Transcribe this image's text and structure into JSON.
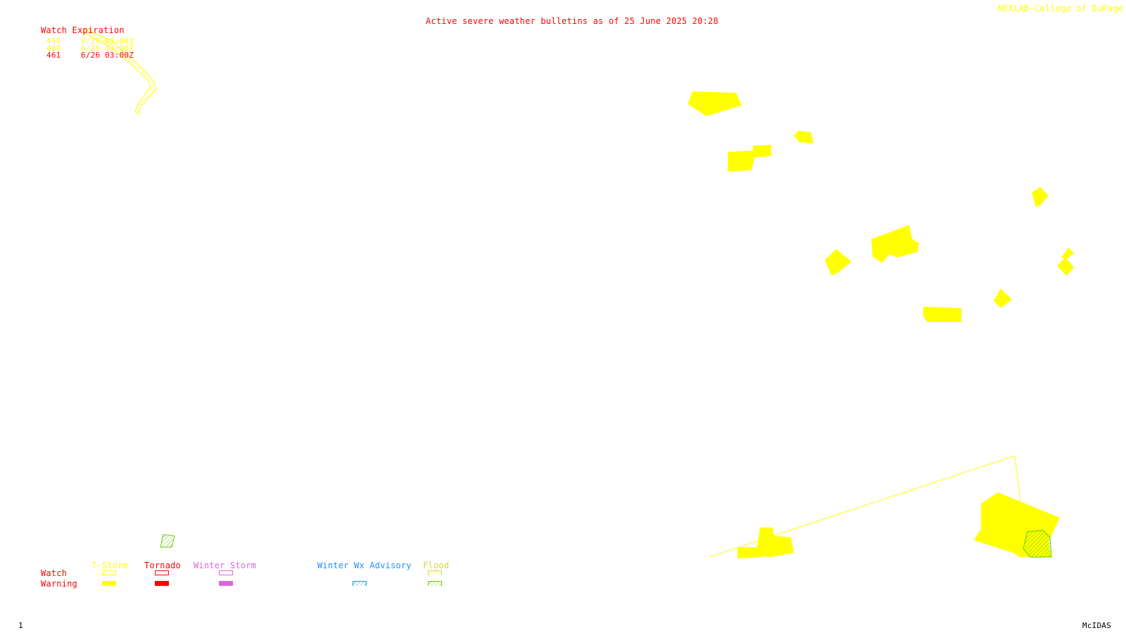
{
  "header": {
    "title": "Active severe weather bulletins as of 25 June 2025 20:28",
    "credit": "NEXLAB-College of DuPage R"
  },
  "watch_table": {
    "heading": "Watch Expiration",
    "rows": [
      {
        "id": "459",
        "expires": "6/25 03:00Z",
        "color": "#ffff00"
      },
      {
        "id": "460",
        "expires": "6/26 03:00Z",
        "color": "#ffff00"
      },
      {
        "id": "461",
        "expires": "6/26 03:00Z",
        "color": "#ff0000"
      }
    ]
  },
  "legend": {
    "row_labels": {
      "watch": "Watch",
      "warning": "Warning"
    },
    "categories": [
      {
        "label": "T-Storm",
        "color": "#ffff00",
        "watch_style": "outline",
        "warning_style": "solid"
      },
      {
        "label": "Tornado",
        "color": "#ff0000",
        "watch_style": "outline",
        "warning_style": "solid"
      },
      {
        "label": "Winter Storm",
        "color": "#dd66dd",
        "watch_style": "outline",
        "warning_style": "solid"
      },
      {
        "label": "Winter Wx Advisory",
        "color": "#1e90ff",
        "warning_style": "hatch"
      },
      {
        "label": "Flood",
        "color": "#e0d040",
        "watch_style": "hatch",
        "warning_style": "hatch-green"
      }
    ]
  },
  "footer": {
    "frame_number": "1",
    "software": "McIDAS"
  },
  "colors": {
    "background": "#ffffff",
    "label_red": "#ff0000",
    "tstorm_yellow": "#ffff00",
    "flood_green": "#66cc00"
  }
}
